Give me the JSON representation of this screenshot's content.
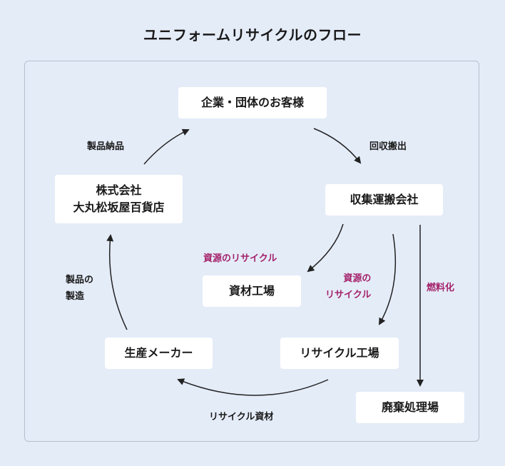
{
  "title": "ユニフォームリサイクルのフロー",
  "nodes": {
    "customer": "企業・団体のお客様",
    "transport": "収集運搬会社",
    "material_factory": "資材工場",
    "recycle_factory": "リサイクル工場",
    "disposal": "廃棄処理場",
    "maker": "生産メーカー",
    "daimaru": "株式会社\n大丸松坂屋百貨店"
  },
  "labels": {
    "delivery": "製品納品",
    "collection": "回収搬出",
    "resource_recycle_left": "資源のリサイクル",
    "resource_recycle_center": "資源の\nリサイクル",
    "fuel": "燃料化",
    "recycled_material": "リサイクル資材",
    "manufacture": "製品の\n製造"
  },
  "colors": {
    "background": "#e4ecf8",
    "box": "#ffffff",
    "accent": "#a5226b",
    "arrow": "#222222"
  }
}
